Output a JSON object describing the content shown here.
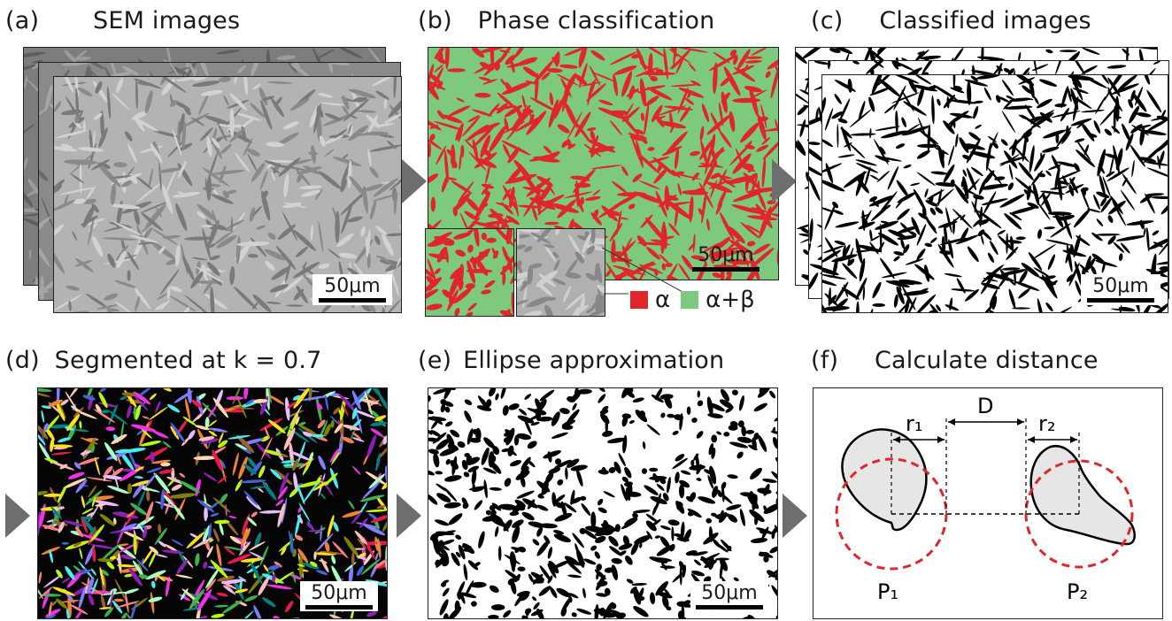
{
  "panels": {
    "a": {
      "label": "(a)",
      "title": "SEM images"
    },
    "b": {
      "label": "(b)",
      "title": "Phase classification"
    },
    "c": {
      "label": "(c)",
      "title": "Classified images"
    },
    "d": {
      "label": "(d)",
      "title": "Segmented at k = 0.7"
    },
    "e": {
      "label": "(e)",
      "title": "Ellipse approximation"
    },
    "f": {
      "label": "(f)",
      "title": "Calculate distance"
    }
  },
  "scale_bar": "50μm",
  "legend": {
    "alpha": {
      "label": "α",
      "color": "#e0262a"
    },
    "alpha_beta": {
      "label": "α+β",
      "color": "#7dc97d"
    }
  },
  "distance_diagram": {
    "r1": "r₁",
    "r2": "r₂",
    "D": "D",
    "P1": "P₁",
    "P2": "P₂"
  },
  "colors": {
    "sem_bg": "#9a9a9a",
    "arrow": "#6e6e6e",
    "particle_fill": "#e6e6e6",
    "circle_dash": "#e0262a"
  }
}
